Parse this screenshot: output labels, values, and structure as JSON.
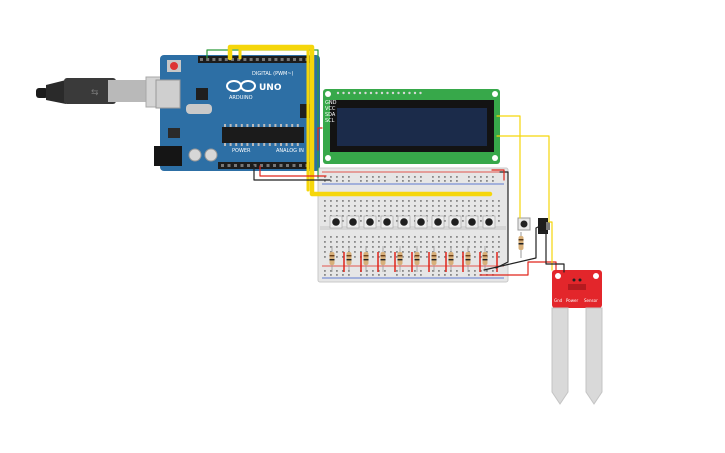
{
  "arduino": {
    "model_label": "UNO",
    "brand_label": "ARDUINO",
    "digital_header_label": "DIGITAL (PWM~)",
    "power_label": "POWER",
    "analog_label": "ANALOG IN",
    "board_color": "#2d6fa5"
  },
  "lcd": {
    "pcb_color": "#37a84a",
    "screen_color": "#1b2b4a",
    "pin_labels": [
      "GND",
      "VCC",
      "SDA",
      "SCL"
    ]
  },
  "sensor": {
    "pin_labels": [
      "Gnd",
      "Power",
      "Sensor"
    ],
    "board_color": "#e3262b"
  },
  "wire_colors": {
    "yellow": "#f5d60b",
    "red": "#e1251b",
    "black": "#222222",
    "green": "#2c9b3b"
  },
  "pushbutton_count": 10
}
